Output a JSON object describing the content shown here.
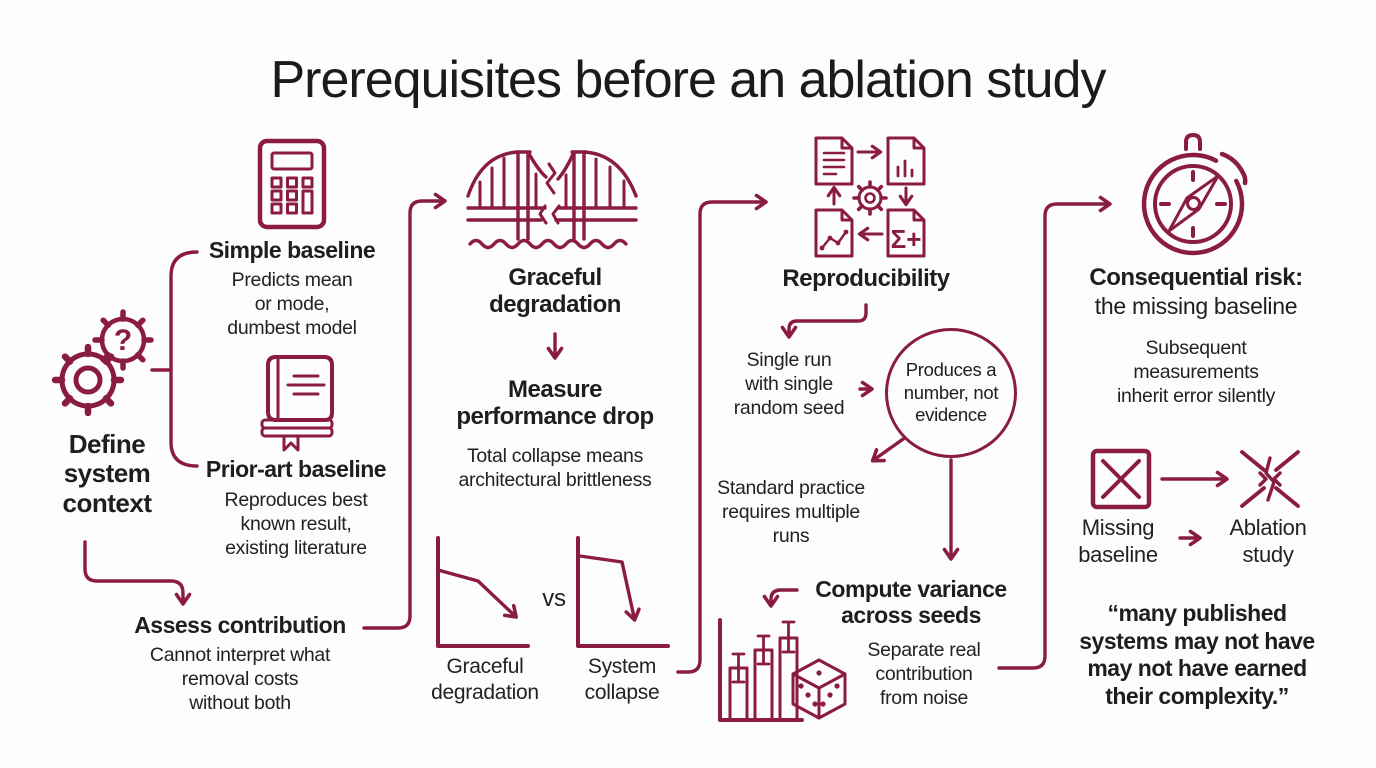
{
  "page": {
    "title": "Prerequisites before an ablation study",
    "background": "#fdfdfc",
    "accent": "#8a1c40",
    "text_color": "#1e1e1e"
  },
  "icons": {
    "gears": "gears-question-icon",
    "calculator": "calculator-icon",
    "book": "book-icon",
    "bridge": "broken-bridge-icon",
    "documents_cycle": "documents-cycle-gear-icon",
    "compass": "cracked-compass-icon",
    "chart_decline": "gentle-decline-chart-icon",
    "chart_collapse": "steep-drop-chart-icon",
    "error_bars": "error-bars-chart-icon",
    "dice": "dice-icon",
    "missing_box": "crossed-box-icon",
    "broken_x": "shattered-x-icon"
  },
  "col1": {
    "gear_question": "?",
    "define_heading": "Define\nsystem\ncontext",
    "simple_baseline": {
      "heading": "Simple baseline",
      "desc": "Predicts mean\nor mode,\ndumbest model"
    },
    "prior_art": {
      "heading": "Prior-art baseline",
      "desc": "Reproduces best\nknown result,\nexisting literature"
    },
    "assess": {
      "heading": "Assess contribution",
      "desc": "Cannot interpret what\nremoval costs\nwithout both"
    }
  },
  "col2": {
    "heading": "Graceful\ndegradation",
    "step2_heading": "Measure\nperformance drop",
    "step2_desc": "Total collapse means\narchitectural brittleness",
    "vs": "vs",
    "chart_left_label": "Graceful\ndegradation",
    "chart_right_label": "System\ncollapse"
  },
  "col3": {
    "sigma_plus": "Σ+",
    "heading": "Reproducibility",
    "single_run": "Single run\nwith single\nrandom seed",
    "circle_note": "Produces a\nnumber, not\nevidence",
    "standard_practice": "Standard practice\nrequires multiple\nruns",
    "compute_heading": "Compute variance\nacross seeds",
    "compute_desc": "Separate real\ncontribution\nfrom noise"
  },
  "col4": {
    "heading_bold": "Consequential risk:",
    "heading_rest": "the missing baseline",
    "desc": "Subsequent\nmeasurements\ninherit error silently",
    "missing_label": "Missing\nbaseline",
    "ablation_label": "Ablation\nstudy",
    "quote": "“many published\nsystems may not have\nmay not have earned\ntheir complexity.”"
  }
}
